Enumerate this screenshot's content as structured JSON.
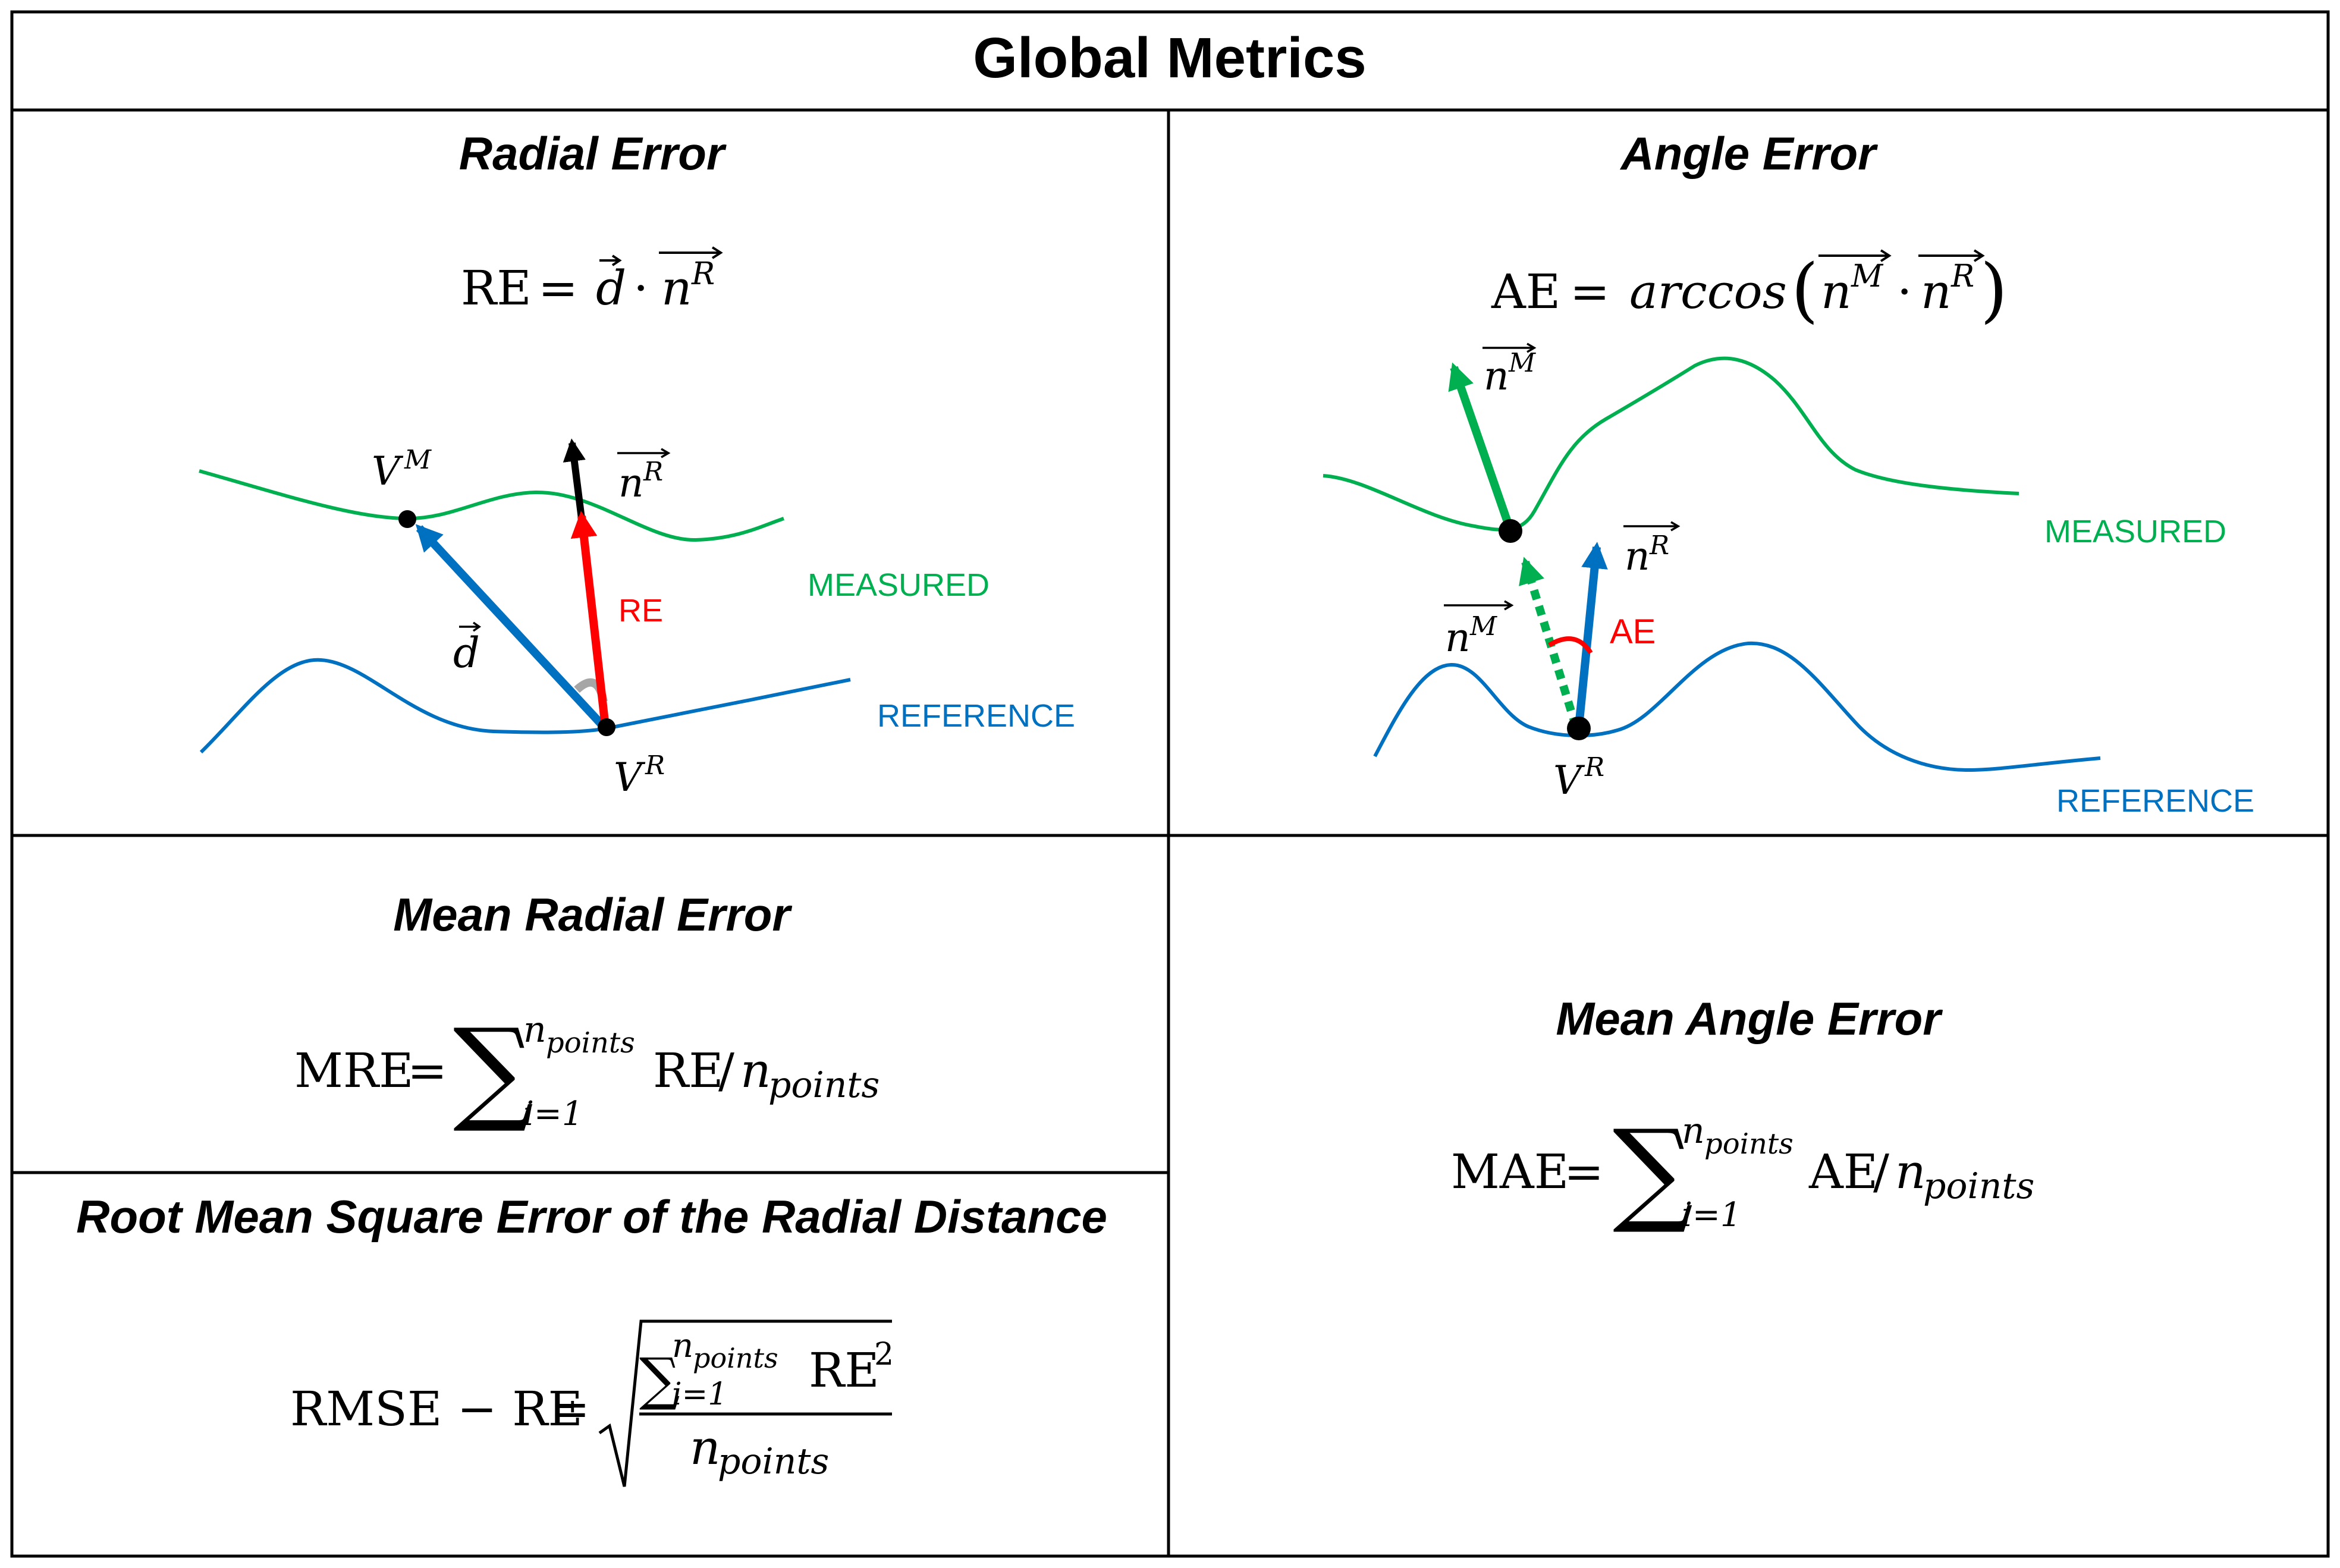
{
  "header": {
    "title": "Global Metrics"
  },
  "radial_error": {
    "title": "Radial Error",
    "formula": {
      "lhs": "RE",
      "eq": "=",
      "d": "d",
      "dot": "·",
      "n": "n",
      "sup": "R"
    },
    "labels": {
      "vm_base": "V",
      "vm_sup": "M",
      "nr_base": "n",
      "nr_sup": "R",
      "d": "d",
      "re": "RE",
      "vr_base": "V",
      "vr_sup": "R",
      "measured": "MEASURED",
      "reference": "REFERENCE"
    }
  },
  "angle_error": {
    "title": "Angle Error",
    "formula": {
      "lhs": "AE",
      "eq": "=",
      "fn": "arccos",
      "lparen": "(",
      "n1": "n",
      "sup1": "M",
      "dot": "·",
      "n2": "n",
      "sup2": "R",
      "rparen": ")"
    },
    "labels": {
      "nm_top_base": "n",
      "nm_top_sup": "M",
      "nr_base": "n",
      "nr_sup": "R",
      "nm_low_base": "n",
      "nm_low_sup": "M",
      "ae": "AE",
      "vr_base": "V",
      "vr_sup": "R",
      "measured": "MEASURED",
      "reference": "REFERENCE"
    }
  },
  "mean_radial_error": {
    "title": "Mean Radial Error",
    "formula": {
      "lhs": "MRE",
      "eq": "=",
      "sigma": "∑",
      "upper_base": "n",
      "upper_sub": "points",
      "lower": "i=1",
      "term": "RE",
      "slash": "/",
      "den_base": "n",
      "den_sub": "points"
    }
  },
  "rmse": {
    "title": "Root Mean Square Error of the Radial Distance",
    "formula": {
      "lhs": "RMSE − RE",
      "eq": "=",
      "sigma": "∑",
      "upper_base": "n",
      "upper_sub": "points",
      "lower": "i=1",
      "term": "RE",
      "exp": "2",
      "den_base": "n",
      "den_sub": "points"
    }
  },
  "mean_angle_error": {
    "title": "Mean Angle Error",
    "formula": {
      "lhs": "MAE",
      "eq": "=",
      "sigma": "∑",
      "upper_base": "n",
      "upper_sub": "points",
      "lower": "i=1",
      "term": "AE",
      "slash": "/",
      "den_base": "n",
      "den_sub": "points"
    }
  },
  "colors": {
    "measured": "#00b050",
    "reference": "#0070c0",
    "error": "#ff0000",
    "normal": "#000000",
    "angle_marker": "#a6a6a6",
    "border": "#000000"
  }
}
